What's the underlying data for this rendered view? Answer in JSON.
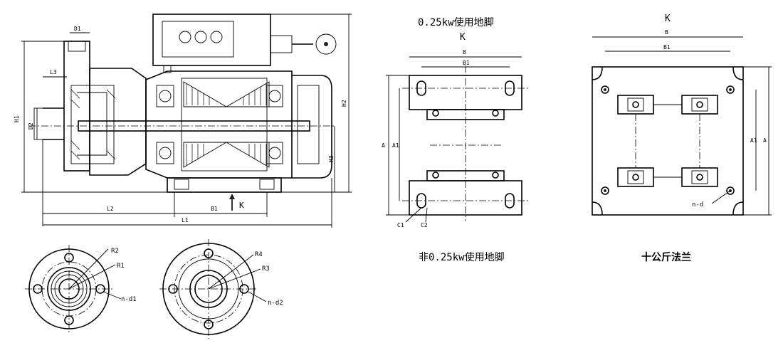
{
  "pump_view": {
    "dims": {
      "D1": "D1",
      "L3": "L3",
      "H1": "H1",
      "D2": "D2",
      "H2": "H2",
      "H3": "H3",
      "L2": "L2",
      "B1": "B1",
      "L1": "L1",
      "K": "K"
    }
  },
  "foot_small": {
    "title": "0.25kw使用地脚",
    "K": "K",
    "B": "B",
    "B1": "B1",
    "A": "A",
    "A1": "A1",
    "C1": "C1",
    "C2": "C2",
    "caption": "非0.25kw使用地脚"
  },
  "foot_large": {
    "K": "K",
    "B": "B",
    "B1": "B1",
    "A": "A",
    "A1": "A1",
    "nd": "n-d",
    "caption": "十公斤法兰"
  },
  "flange_left": {
    "R2": "R2",
    "R1": "R1",
    "nd1": "n-d1"
  },
  "flange_right": {
    "R4": "R4",
    "R3": "R3",
    "nd2": "n-d2"
  }
}
